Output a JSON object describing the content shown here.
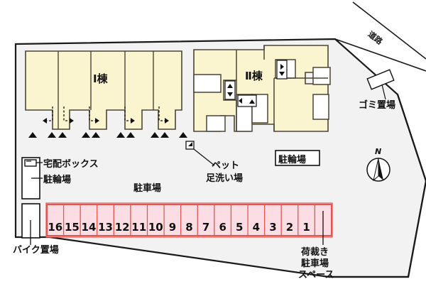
{
  "map": {
    "title_building_1": "Ⅰ棟",
    "title_building_2": "Ⅱ棟",
    "road_label": "道路",
    "gomi_label": "ゴミ置場",
    "takuhai_label": "宅配ボックス",
    "chuurin_left_label": "駐輪場",
    "chuurin_right_label": "駐輪場",
    "bike_label": "バイク置場",
    "parking_label": "駐車場",
    "pet_label_line1": "ペット",
    "pet_label_line2": "足洗い場",
    "loading_label_line1": "荷裁き",
    "loading_label_line2": "駐車場",
    "loading_label_line3": "スペース",
    "compass_label": "N",
    "parking_stalls": [
      "16",
      "15",
      "14",
      "13",
      "12",
      "11",
      "10",
      "9",
      "8",
      "7",
      "6",
      "5",
      "4",
      "3",
      "2",
      "1",
      ""
    ],
    "colors": {
      "building_fill": "#fbf5cf",
      "building_stroke": "#4a4535",
      "site_fill": "#f2f2f2",
      "site_stroke": "#1a1a1a",
      "stall_fill": "#fcdde3",
      "stall_stroke": "#e0574f",
      "text": "#111111",
      "road_stroke": "#1a1a1a"
    }
  }
}
